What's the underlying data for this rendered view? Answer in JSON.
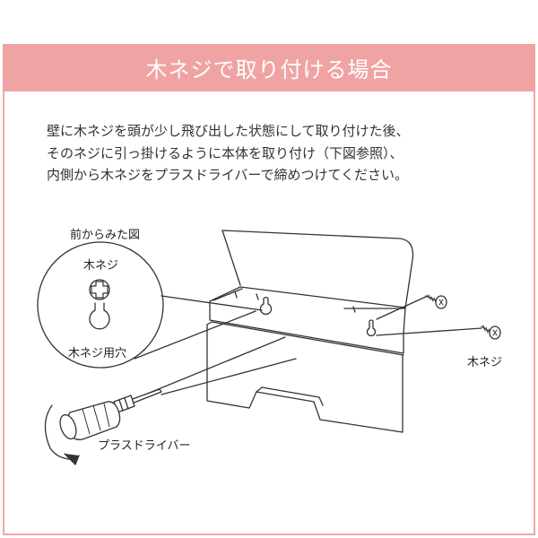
{
  "header": {
    "title": "木ネジで取り付ける場合"
  },
  "description": {
    "lines": [
      "壁に木ネジを頭が少し飛び出した状態にして取り付けた後、",
      "そのネジに引っ掛けるように本体を取り付け（下図参照）、",
      "内側から木ネジをプラスドライバーで締めつけてください。"
    ]
  },
  "diagram": {
    "front_view_caption": "前からみた図",
    "screw_label": "木ネジ",
    "hole_label": "木ネジ用穴",
    "right_screw_label": "木ネジ",
    "screwdriver_label": "プラスドライバー"
  },
  "colors": {
    "accent": "#f0a3a3",
    "line": "#333333"
  }
}
